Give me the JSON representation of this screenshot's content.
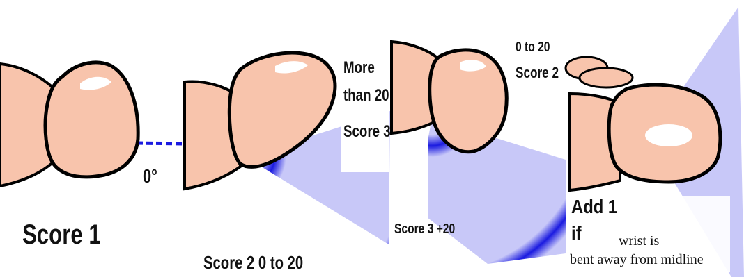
{
  "panels": [
    {
      "id": "panel-1",
      "labels": {
        "angle": "0°",
        "score": "Score 1"
      }
    },
    {
      "id": "panel-2",
      "labels": {
        "more": "More",
        "than": "than 20",
        "score3": "Score 3",
        "bottom": "Score 2   0 to 20"
      }
    },
    {
      "id": "panel-3",
      "labels": {
        "range": "0 to 20",
        "score2": "Score 2",
        "bottom": "Score 3    +20"
      }
    },
    {
      "id": "panel-4",
      "labels": {
        "add": "Add 1",
        "if": "if",
        "wrist": "wrist is",
        "bent": "bent away from midline"
      }
    }
  ],
  "colors": {
    "skin": "#f8c4ac",
    "highlight": "#ffffff",
    "outline": "#000000",
    "band_dark": "#1a1ae0",
    "band_light": "#c8c8f8",
    "background": "#ffffff"
  }
}
